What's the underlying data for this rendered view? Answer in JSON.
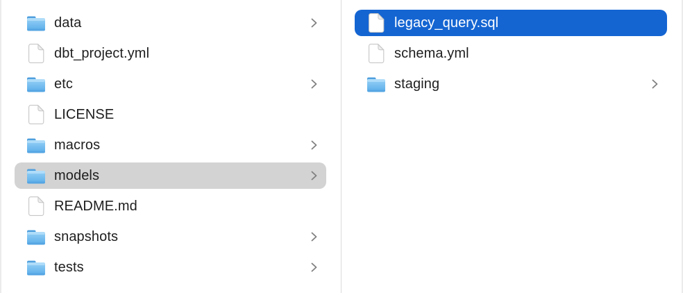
{
  "app": {
    "view_name": "finder-column-view"
  },
  "colors": {
    "selection_active": "#1465d2",
    "selection_inactive": "#d3d3d3",
    "text": "#1e1e1f",
    "text_selected": "#ffffff",
    "chevron": "#808080",
    "divider": "#dcdcdc",
    "background": "#ffffff"
  },
  "columns": [
    {
      "name": "project-root-column",
      "items": [
        {
          "label": "data",
          "type": "folder",
          "icon": "folder-icon",
          "chevron": true,
          "selected": null
        },
        {
          "label": "dbt_project.yml",
          "type": "file",
          "icon": "file-icon",
          "chevron": false,
          "selected": null
        },
        {
          "label": "etc",
          "type": "folder",
          "icon": "folder-icon",
          "chevron": true,
          "selected": null
        },
        {
          "label": "LICENSE",
          "type": "file",
          "icon": "file-icon",
          "chevron": false,
          "selected": null
        },
        {
          "label": "macros",
          "type": "folder",
          "icon": "folder-icon",
          "chevron": true,
          "selected": null
        },
        {
          "label": "models",
          "type": "folder",
          "icon": "folder-icon",
          "chevron": true,
          "selected": "inactive"
        },
        {
          "label": "README.md",
          "type": "file",
          "icon": "file-icon",
          "chevron": false,
          "selected": null
        },
        {
          "label": "snapshots",
          "type": "folder",
          "icon": "folder-icon",
          "chevron": true,
          "selected": null
        },
        {
          "label": "tests",
          "type": "folder",
          "icon": "folder-icon",
          "chevron": true,
          "selected": null
        }
      ]
    },
    {
      "name": "models-folder-column",
      "items": [
        {
          "label": "legacy_query.sql",
          "type": "file",
          "icon": "file-icon",
          "chevron": false,
          "selected": "active"
        },
        {
          "label": "schema.yml",
          "type": "file",
          "icon": "file-icon",
          "chevron": false,
          "selected": null
        },
        {
          "label": "staging",
          "type": "folder",
          "icon": "folder-icon",
          "chevron": true,
          "selected": null
        }
      ]
    }
  ]
}
